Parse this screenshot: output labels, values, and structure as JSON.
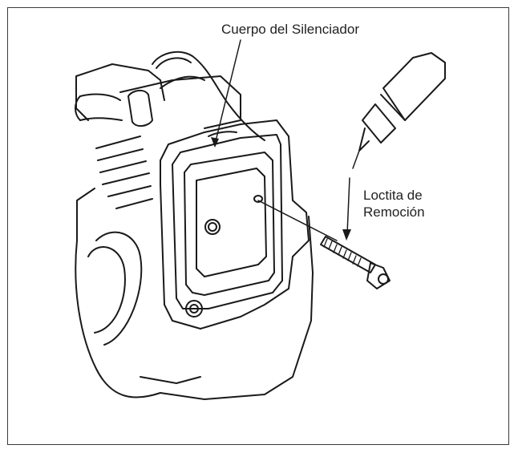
{
  "labels": {
    "muffler_body": "Cuerpo del Silenciador",
    "loctite_line1": "Loctita de",
    "loctite_line2": "Remoción"
  },
  "colors": {
    "line": "#1a1a1a",
    "background": "#ffffff",
    "frame": "#3a3a3a"
  },
  "icons": [
    "engine-illustration",
    "muffler-body",
    "loctite-bottle",
    "bolt"
  ]
}
